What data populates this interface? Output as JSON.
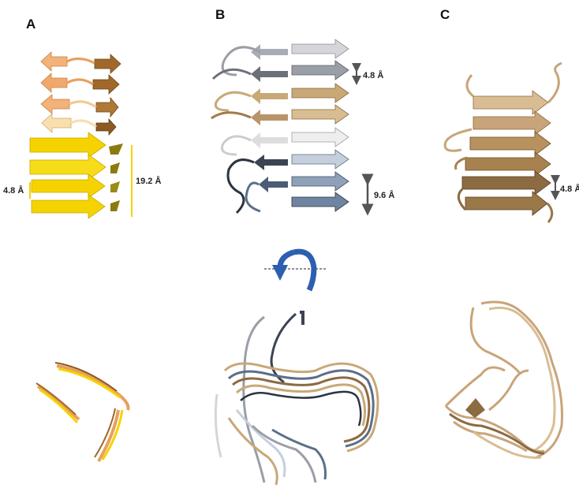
{
  "panels": {
    "A": {
      "label": "A",
      "spacing_label": "4.8 Å",
      "height_label": "19.2 Å",
      "colors": {
        "light": "#f2b27a",
        "mid": "#e8a05c",
        "dark": "#a0682a",
        "yellow": "#f5d300",
        "olive": "#8a7a10",
        "cream": "#f7dfae"
      }
    },
    "B": {
      "label": "B",
      "spacing_label": "4.8 Å",
      "stack_label": "9.6 Å",
      "colors": {
        "grey": "#9a9ea6",
        "light_grey": "#d4d6da",
        "tan": "#c9a878",
        "steel": "#5c6f88",
        "dark_steel": "#2c3442",
        "arrow": "#2d5fb0"
      }
    },
    "C": {
      "label": "C",
      "spacing_label": "4.8 Å",
      "colors": {
        "tan": "#c9a47a",
        "dark_tan": "#8c6a42",
        "light_tan": "#e6cfae"
      }
    }
  },
  "rotation_icon": "rotate-180-arrow-icon"
}
